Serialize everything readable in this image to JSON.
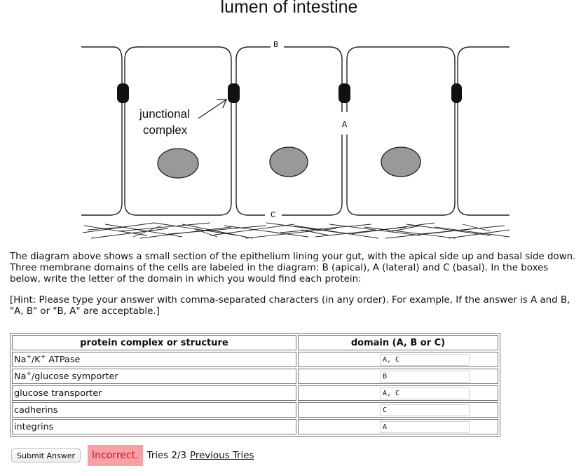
{
  "diagram": {
    "title": "lumen of intestine",
    "label_b": "B",
    "label_a": "A",
    "label_c": "C",
    "junction_label_line1": "junctional",
    "junction_label_line2": "complex"
  },
  "question": {
    "paragraph1": "The diagram above shows a small section of the epithelium lining your gut, with the apical side up and basal side down. Three membrane domains of the cells are labeled in the diagram: B (apical), A (lateral) and C (basal). In the boxes below, write the letter of the domain in which you would find each protein:",
    "paragraph2": "[Hint: Please type your answer with comma-separated characters (in any order). For example, If the answer is A and B, \"A, B\" or \"B, A\" are acceptable.]"
  },
  "table": {
    "header_protein": "protein complex or structure",
    "header_domain": "domain (A, B or C)",
    "rows": [
      {
        "p1": "Na",
        "s1": "+",
        "p2": "/K",
        "s2": "+",
        "p3": " ATPase",
        "answer": "A, C"
      },
      {
        "p1": "Na",
        "s1": "+",
        "p2": "/glucose symporter",
        "s2": "",
        "p3": "",
        "answer": "B"
      },
      {
        "p1": "glucose transporter",
        "s1": "",
        "p2": "",
        "s2": "",
        "p3": "",
        "answer": "A, C"
      },
      {
        "p1": "cadherins",
        "s1": "",
        "p2": "",
        "s2": "",
        "p3": "",
        "answer": "C"
      },
      {
        "p1": "integrins",
        "s1": "",
        "p2": "",
        "s2": "",
        "p3": "",
        "answer": "A"
      }
    ]
  },
  "controls": {
    "submit_label": "Submit Answer",
    "feedback": "Incorrect.",
    "tries": "Tries 2/3",
    "previous_tries": "Previous Tries"
  },
  "colors": {
    "feedback_bg": "#f7a0a6",
    "feedback_text": "#d01620",
    "nucleus_fill": "#999999"
  }
}
